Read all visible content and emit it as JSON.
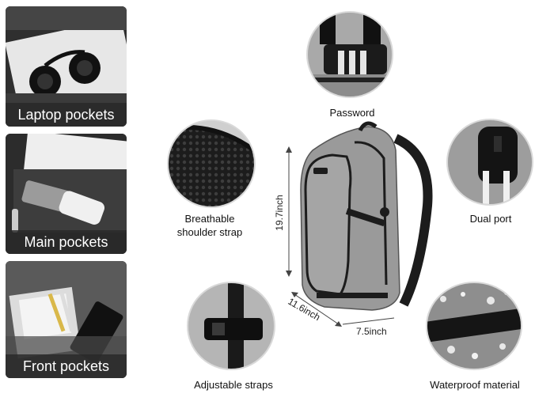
{
  "panels": [
    {
      "label": "Laptop pockets"
    },
    {
      "label": "Main pockets"
    },
    {
      "label": "Front pockets"
    }
  ],
  "features": {
    "password": "Password",
    "breathable": "Breathable\nshoulder strap",
    "dual_port": "Dual port",
    "adjustable": "Adjustable straps",
    "waterproof": "Waterproof material"
  },
  "dimensions": {
    "height": "19.7inch",
    "width": "11.6inch",
    "depth": "7.5inch"
  },
  "colors": {
    "fabric": "#9a9a9a",
    "strap": "#1c1c1c",
    "usb": "#e8e8e8"
  }
}
